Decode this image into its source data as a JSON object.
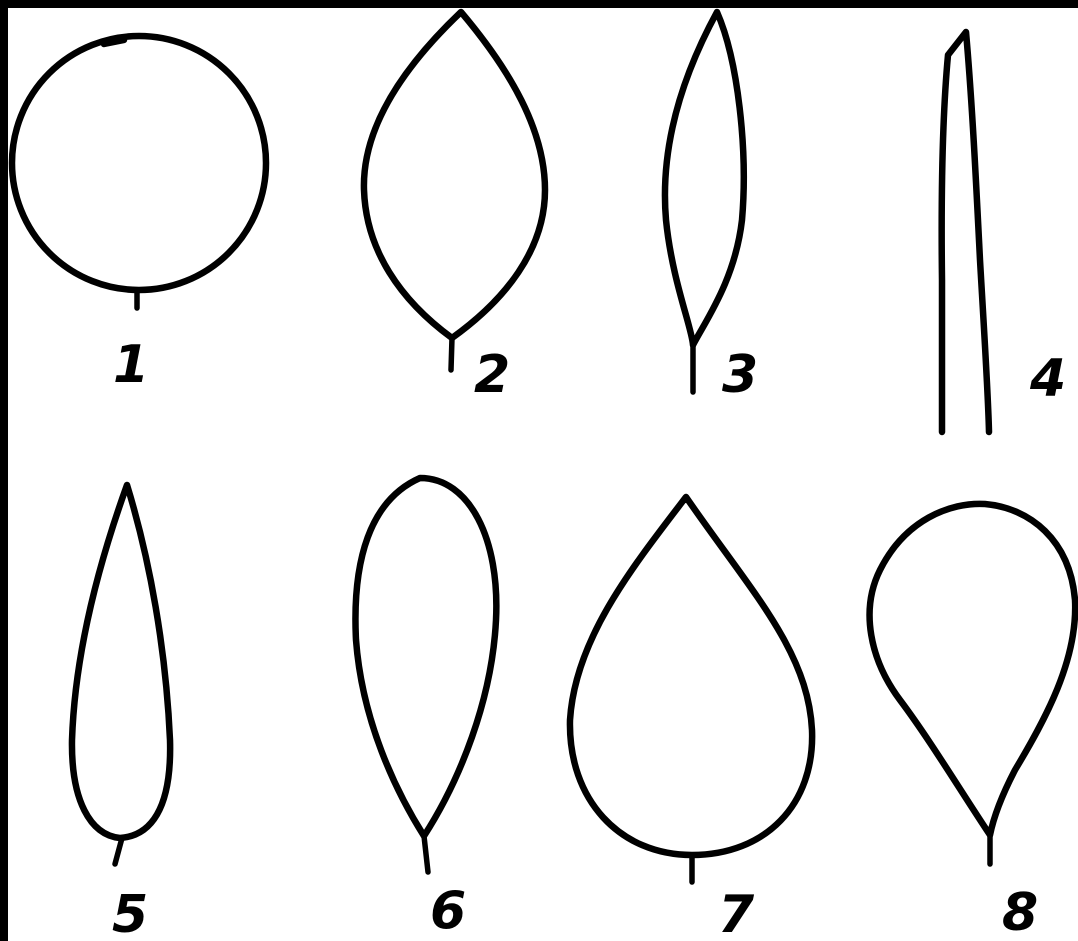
{
  "colors": {
    "paper": "#ffffff",
    "ink": "#000000",
    "frame": "#000000"
  },
  "labels": {
    "shape_1": "1",
    "shape_2": "2",
    "shape_3": "3",
    "shape_4": "4",
    "shape_5": "5",
    "shape_6": "6",
    "shape_7": "7",
    "shape_8": "8"
  }
}
